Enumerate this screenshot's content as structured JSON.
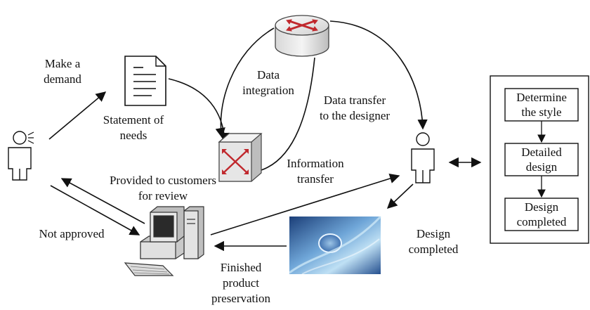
{
  "labels": {
    "make_demand": [
      "Make a",
      "demand"
    ],
    "statement": [
      "Statement of",
      "needs"
    ],
    "data_integration": [
      "Data",
      "integration"
    ],
    "data_transfer": [
      "Data transfer",
      "to the designer"
    ],
    "information_transfer": [
      "Information",
      "transfer"
    ],
    "provided": [
      "Provided to customers",
      "for review"
    ],
    "not_approved": "Not approved",
    "design_completed": [
      "Design",
      "completed"
    ],
    "finished": [
      "Finished",
      "product",
      "preservation"
    ]
  },
  "process_steps": [
    [
      "Determine",
      "the style"
    ],
    [
      "Detailed",
      "design"
    ],
    [
      "Design",
      "completed"
    ]
  ]
}
